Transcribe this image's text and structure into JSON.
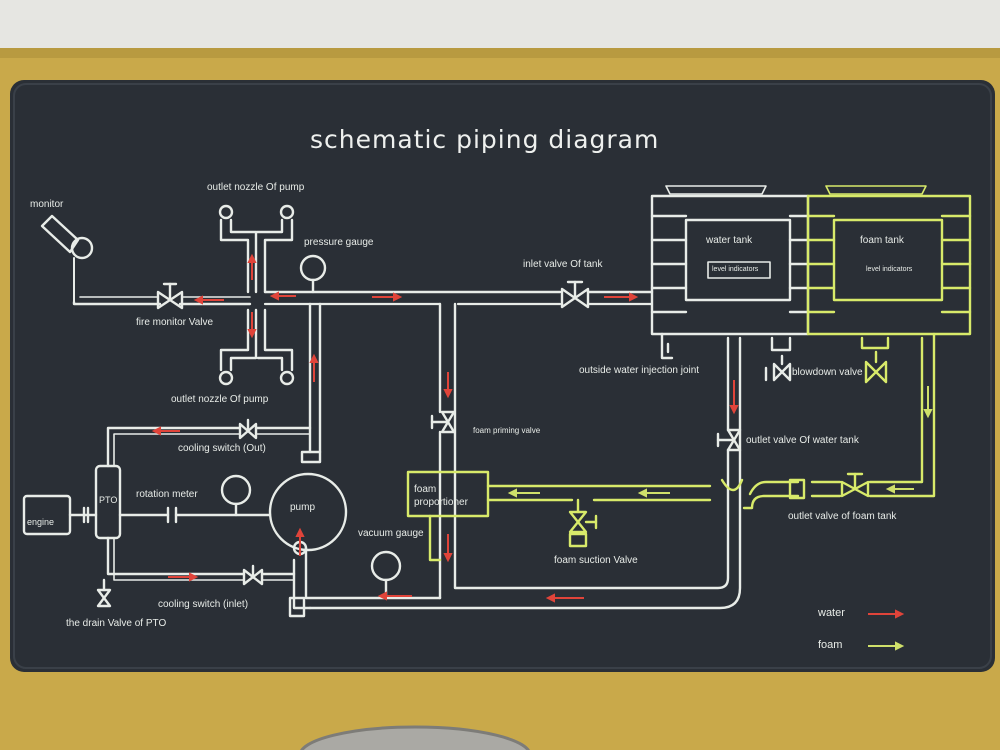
{
  "title": "schematic piping diagram",
  "labels": {
    "outlet_nozzle_top": "outlet nozzle Of pump",
    "monitor": "monitor",
    "pressure_gauge": "pressure gauge",
    "fire_monitor_valve": "fire monitor Valve",
    "outlet_nozzle_bottom": "outlet nozzle Of pump",
    "cooling_switch_out": "cooling switch (Out)",
    "rotation_meter": "rotation meter",
    "pto": "PTO",
    "engine": "engine",
    "pump": "pump",
    "vacuum_gauge": "vacuum gauge",
    "cooling_switch_inlet": "cooling switch (inlet)",
    "drain_valve_pto": "the drain Valve of PTO",
    "inlet_valve_tank": "inlet valve Of tank",
    "foam_priming_valve": "foam priming valve",
    "foam_proportioner": "foam proportioner",
    "foam_suction_valve": "foam suction Valve",
    "water_tank": "water tank",
    "foam_tank": "foam tank",
    "level_indicators_water": "level indicators",
    "level_indicators_foam": "level indicators",
    "outside_water_injection_joint": "outside water injection joint",
    "blowdown_valve": "blowdown valve",
    "outlet_valve_water_tank": "outlet valve Of water tank",
    "outlet_valve_foam_tank": "outlet valve of foam tank"
  },
  "legend": [
    {
      "label": "water",
      "color": "#e0443a"
    },
    {
      "label": "foam",
      "color": "#cfe06a"
    }
  ],
  "colors": {
    "panel": "#2a2f36",
    "frame": "#c9a94a",
    "water_pipe": "#e8ece8",
    "foam_pipe": "#d8ea6a",
    "water_arrow": "#e0443a",
    "foam_arrow": "#cfe06a"
  }
}
